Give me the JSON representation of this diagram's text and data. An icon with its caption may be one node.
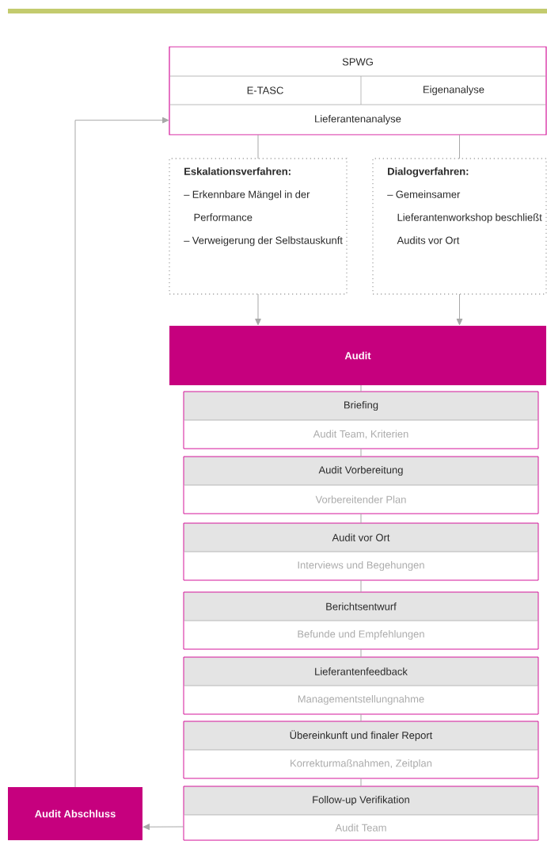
{
  "diagram": {
    "nodes": [
      {
        "text": [
          "SPWG",
          "E-TASC",
          "Eigenanalyse",
          "Lieferantenanalyse"
        ]
      },
      {
        "text": [
          "Eskalationsverfahren:",
          "– Erkennbare Mängel in der Performance",
          "– Verweigerung der Selbstauskunft"
        ]
      },
      {
        "text": [
          "Dialogverfahren:",
          "– Gemeinsamer Lieferantenworkshop beschließt Audits vor Ort"
        ]
      },
      {
        "text": [
          "Audit"
        ]
      },
      {
        "text": [
          "Briefing",
          "Audit Team, Kriterien"
        ]
      },
      {
        "text": [
          "Audit Vorbereitung",
          "Vorbereitender Plan"
        ]
      },
      {
        "text": [
          "Audit vor Ort",
          "Interviews und Begehungen"
        ]
      },
      {
        "text": [
          "Berichtsentwurf",
          "Befunde und Empfehlungen"
        ]
      },
      {
        "text": [
          "Lieferantenfeedback",
          "Managementstellungnahme"
        ]
      },
      {
        "text": [
          "Übereinkunft und finaler Report",
          "Korrekturmaßnahmen, Zeitplan"
        ]
      },
      {
        "text": [
          "Follow-up Verifikation",
          "Audit Team"
        ]
      },
      {
        "text": [
          "Audit Abschluss"
        ]
      }
    ],
    "edges": [
      {
        "from": 0,
        "to": 1,
        "arrow": "none"
      },
      {
        "from": 0,
        "to": 2,
        "arrow": "none"
      },
      {
        "from": 1,
        "to": 3,
        "arrow": "to"
      },
      {
        "from": 2,
        "to": 3,
        "arrow": "to"
      },
      {
        "from": 3,
        "to": 4,
        "arrow": "none"
      },
      {
        "from": 4,
        "to": 5,
        "arrow": "none"
      },
      {
        "from": 5,
        "to": 6,
        "arrow": "none"
      },
      {
        "from": 6,
        "to": 7,
        "arrow": "none"
      },
      {
        "from": 7,
        "to": 8,
        "arrow": "none"
      },
      {
        "from": 8,
        "to": 9,
        "arrow": "none"
      },
      {
        "from": 9,
        "to": 10,
        "arrow": "none"
      },
      {
        "from": 10,
        "to": 11,
        "arrow": "to"
      },
      {
        "from": 11,
        "to": 0,
        "arrow": "to"
      }
    ]
  }
}
